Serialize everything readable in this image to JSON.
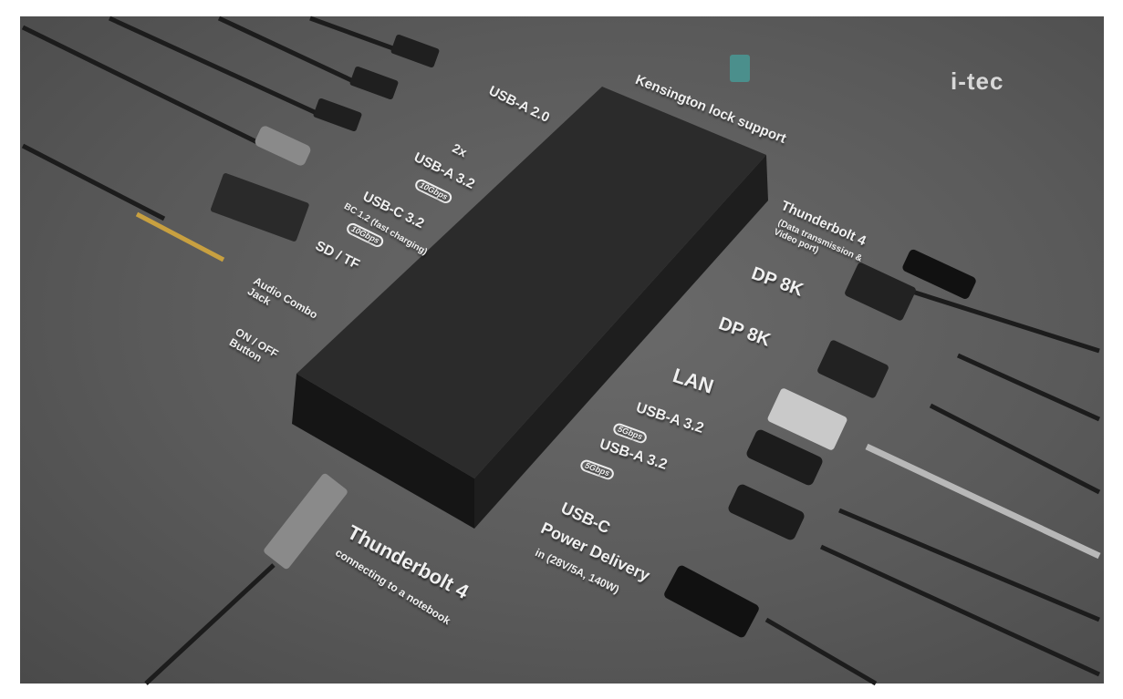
{
  "logo": "i-tec",
  "labels": {
    "usb_a_20": "USB-A 2.0",
    "kensington": "Kensington lock support",
    "usb_a_32_2x_count": "2x",
    "usb_a_32_2x": "USB-A 3.2",
    "speed_10": "10Gbps",
    "usb_c_32": "USB-C 3.2",
    "usb_c_32_note": "BC 1.2 (fast charging)",
    "sd_tf": "SD / TF",
    "audio": "Audio Combo Jack",
    "power_button": "ON / OFF Button",
    "tb4_right": "Thunderbolt 4",
    "tb4_right_note": "(Data transmission & Video port)",
    "dp1": "DP 8K",
    "dp2": "DP 8K",
    "lan": "LAN",
    "usb_a_32_a": "USB-A 3.2",
    "usb_a_32_b": "USB-A 3.2",
    "speed_5": "5Gbps",
    "usb_c_pd_1": "USB-C",
    "usb_c_pd_2": "Power Delivery",
    "usb_c_pd_note": "in (28V/5A, 140W)",
    "tb4_host": "Thunderbolt 4",
    "tb4_host_note": "connecting to a notebook"
  }
}
